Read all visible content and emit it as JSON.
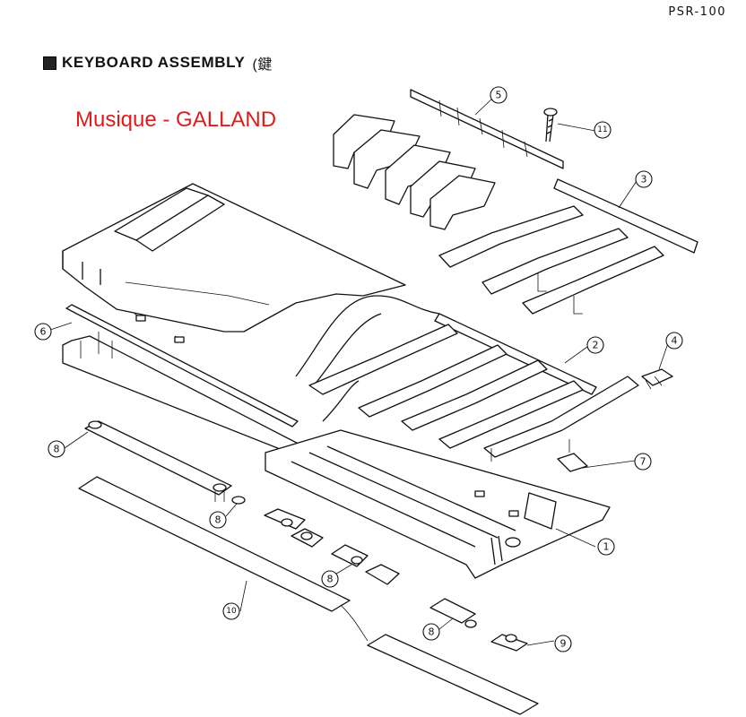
{
  "header": {
    "model": "PSR-100",
    "title": "KEYBOARD ASSEMBLY",
    "title_suffix": "(鍵"
  },
  "watermark": "Musique - GALLAND",
  "callouts": {
    "c1": "1",
    "c2": "2",
    "c3": "3",
    "c4": "4",
    "c5": "5",
    "c6": "6",
    "c7": "7",
    "c8a": "8",
    "c8b": "8",
    "c8c": "8",
    "c8d": "8",
    "c9": "9",
    "c10": "10",
    "c11": "11"
  }
}
